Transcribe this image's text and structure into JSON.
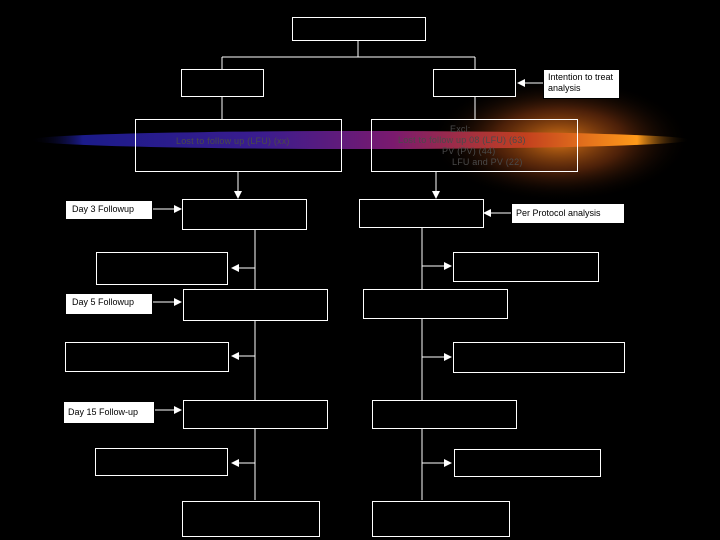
{
  "labels": {
    "intention_to_treat": "Intention to treat analysis",
    "per_protocol": "Per Protocol analysis",
    "day3": "Day 3 Followup",
    "day5": "Day 5 Followup",
    "day15": "Day 15 Follow-up"
  },
  "left_branch": {
    "exclusion_text": "Lost to follow up (LFU) (xx)"
  },
  "right_branch": {
    "exclusion_lines": [
      "Excl:",
      "Lost to follow up 08 (LFU) (63)",
      "PV (PV) (44)",
      "LFU and PV (22)"
    ]
  },
  "colors": {
    "background": "#000000",
    "box_border": "#ffffff",
    "label_bg": "#ffffff",
    "glow_blue": "#1a1aa0",
    "glow_purple": "#8a1a6a",
    "glow_orange": "#ff8c1a"
  }
}
